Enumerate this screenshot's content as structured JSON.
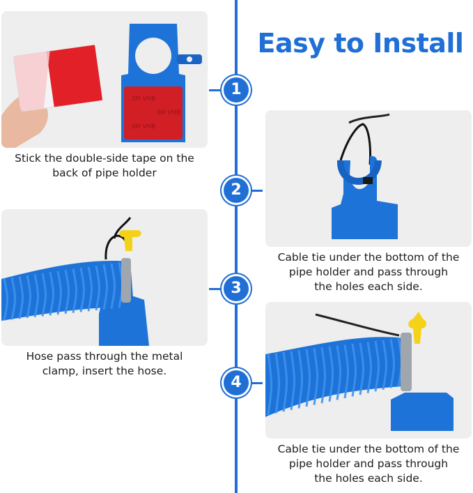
{
  "title": "Easy to Install",
  "colors": {
    "accent": "#1f6fd6",
    "timeline": "#1e6ed8",
    "panel_bg": "#eeeeee",
    "hose_blue": "#1e73d8",
    "tape_red": "#e11b22",
    "tie_black": "#1a1a1a",
    "clamp_yellow": "#f5d21a"
  },
  "steps": [
    {
      "number": "1",
      "caption_lines": [
        "Stick the double-side tape on the",
        "back of pipe holder"
      ],
      "tape_text": "3M VHB"
    },
    {
      "number": "2",
      "caption_lines": [
        "Cable tie under the bottom of the",
        "pipe holder and pass through",
        "the holes each side."
      ]
    },
    {
      "number": "3",
      "caption_lines": [
        "Hose pass through the metal",
        "clamp, insert the hose."
      ]
    },
    {
      "number": "4",
      "caption_lines": [
        "Cable tie under the bottom of the",
        "pipe holder and pass through",
        "the holes each side."
      ]
    }
  ]
}
